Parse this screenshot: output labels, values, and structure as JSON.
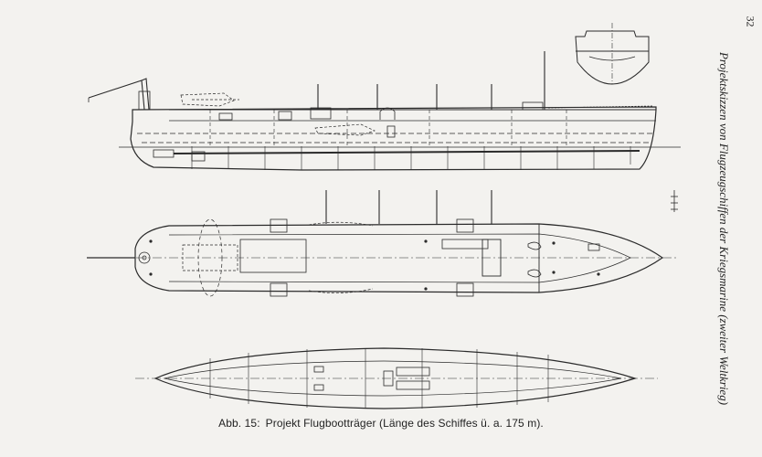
{
  "page": {
    "number": "32",
    "running_header": "Projektskizzen von Flugzeugschiffen der Kriegsmarine (zweiter Weltkrieg)"
  },
  "figure": {
    "label": "Abb. 15:",
    "caption": "Projekt Flugbootträger (Länge des Schiffes ü. a. 175 m)."
  }
}
